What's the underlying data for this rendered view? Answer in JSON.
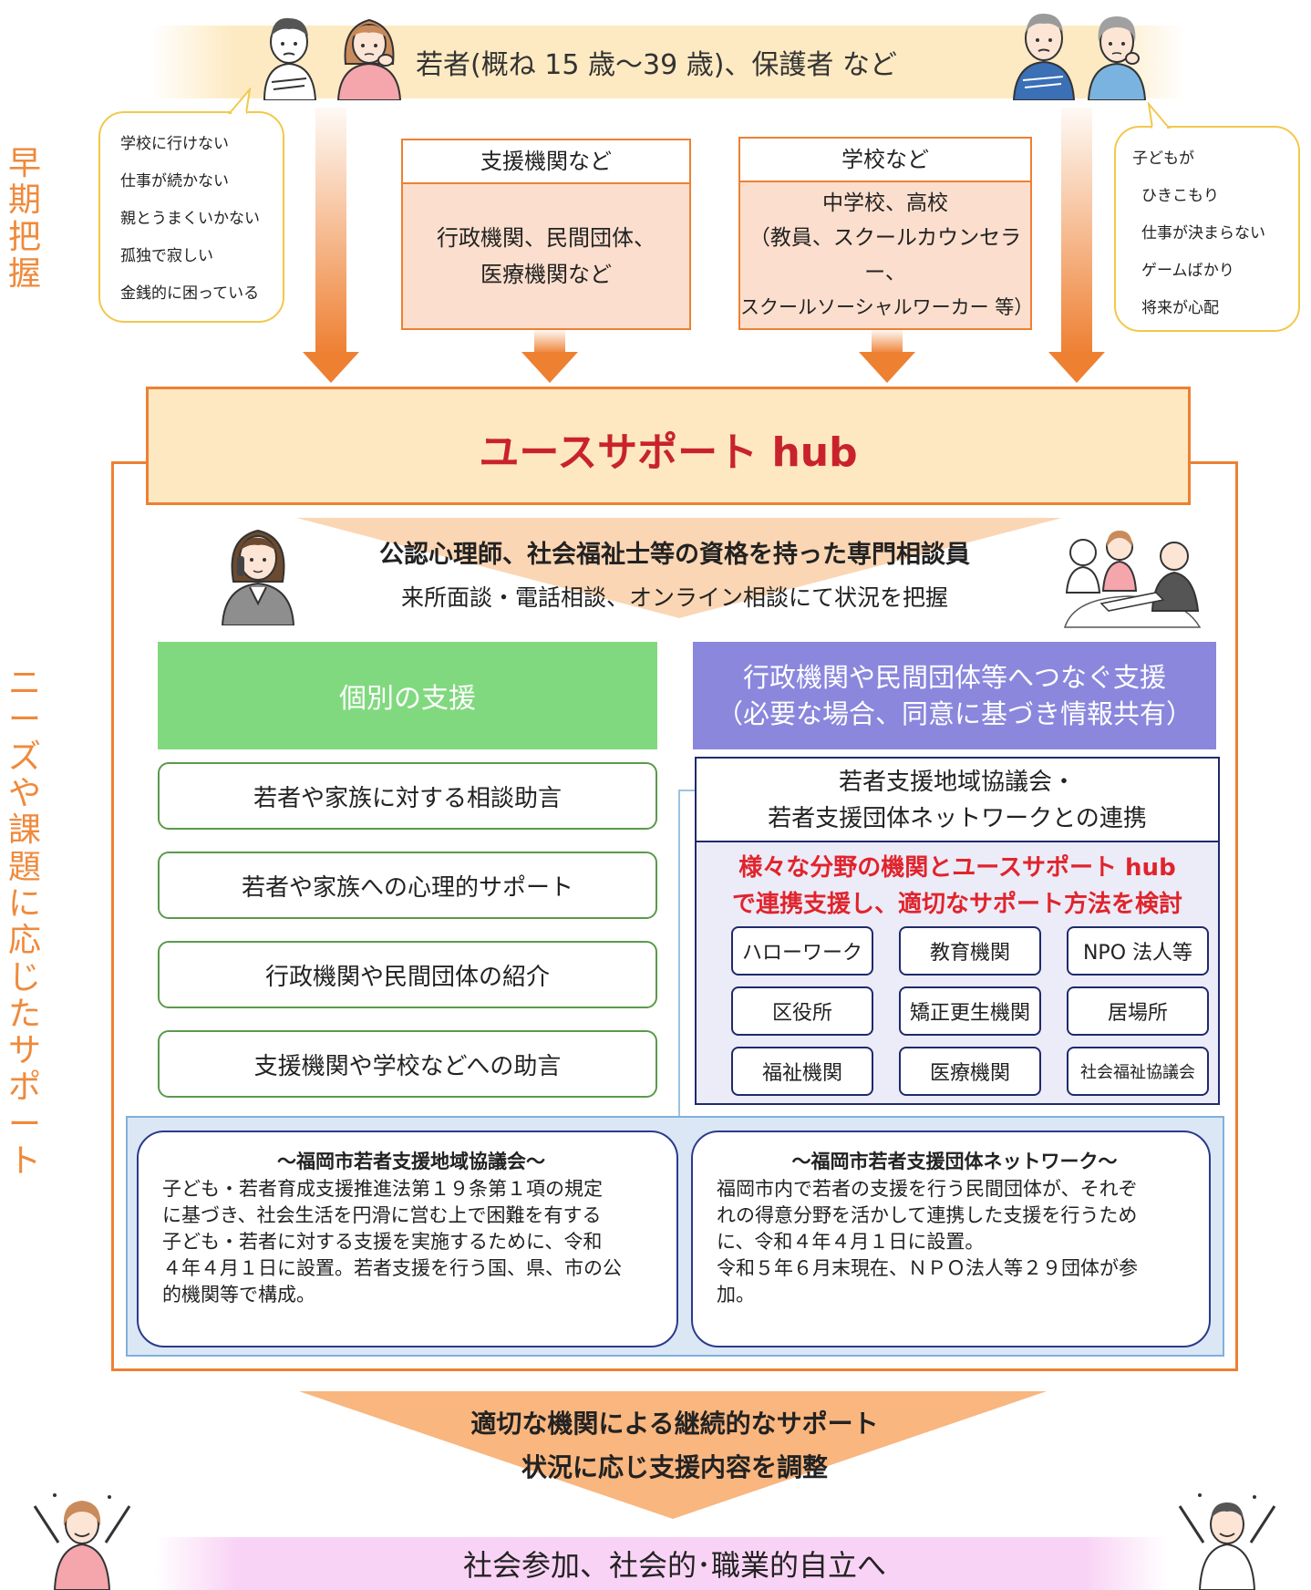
{
  "side_labels": {
    "early": [
      "早",
      "期",
      "把",
      "握"
    ],
    "needs": [
      "ニ",
      "ー",
      "ズ",
      "や",
      "課",
      "題",
      "に",
      "応",
      "じ",
      "た",
      "サ",
      "ポ",
      "ー",
      "ト"
    ]
  },
  "top_band": "若者(概ね 15 歳～39 歳)、保護者  など",
  "bubble_youth": [
    "学校に行けない",
    "仕事が続かない",
    "親とうまくいかない",
    "孤独で寂しい",
    "金銭的に困っている"
  ],
  "bubble_parent": [
    "子どもが",
    "ひきこもり",
    "仕事が決まらない",
    "ゲームばかり",
    "将来が心配"
  ],
  "support_orgs": {
    "title": "支援機関など",
    "lines": [
      "行政機関、民間団体、",
      "医療機関など"
    ]
  },
  "schools": {
    "title": "学校など",
    "lines": [
      "中学校、高校",
      "（教員、スクールカウンセラー、",
      "スクールソーシャルワーカー 等）"
    ]
  },
  "hub_title": "ユースサポート hub",
  "counselor": {
    "line1": "公認心理師、社会福祉士等の資格を持った専門相談員",
    "line2": "来所面談・電話相談、オンライン相談にて状況を把握"
  },
  "individual": {
    "title": "個別の支援",
    "items": [
      "若者や家族に対する相談助言",
      "若者や家族への心理的サポート",
      "行政機関や民間団体の紹介",
      "支援機関や学校などへの助言"
    ]
  },
  "connect": {
    "title_line1": "行政機関や民間団体等へつなぐ支援",
    "title_line2": "（必要な場合、同意に基づき情報共有）"
  },
  "network": {
    "head_line1": "若者支援地域協議会・",
    "head_line2": "若者支援団体ネットワークとの連携",
    "red_line1": "様々な分野の機関とユースサポート hub",
    "red_line2": "で連携支援し、適切なサポート方法を検討",
    "orgs": [
      "ハローワーク",
      "教育機関",
      "NPO 法人等",
      "区役所",
      "矯正更生機関",
      "居場所",
      "福祉機関",
      "医療機関",
      "社会福祉協議会"
    ]
  },
  "council_left": {
    "title": "～福岡市若者支援地域協議会～",
    "lines": [
      "子ども・若者育成支援推進法第１９条第１項の規定",
      "に基づき、社会生活を円滑に営む上で困難を有する",
      "子ども・若者に対する支援を実施するために、令和",
      "４年４月１日に設置。若者支援を行う国、県、市の公",
      "的機関等で構成。"
    ]
  },
  "council_right": {
    "title": "～福岡市若者支援団体ネットワーク～",
    "lines": [
      "福岡市内で若者の支援を行う民間団体が、それぞ",
      "れの得意分野を活かして連携した支援を行うため",
      "に、令和４年４月１日に設置。",
      "令和５年６月末現在、ＮＰＯ法人等２９団体が参",
      "加。"
    ]
  },
  "bottom": {
    "line1": "適切な機関による継続的なサポート",
    "line2": "状況に応じ支援内容を調整",
    "goal": "社会参加、社会的･職業的自立へ"
  },
  "colors": {
    "orange": "#ee8032",
    "hub_red": "#c8232c",
    "green": "#81d97f",
    "purple": "#8a87dd",
    "navy": "#1f2a6b",
    "alert_red": "#e0242c"
  }
}
